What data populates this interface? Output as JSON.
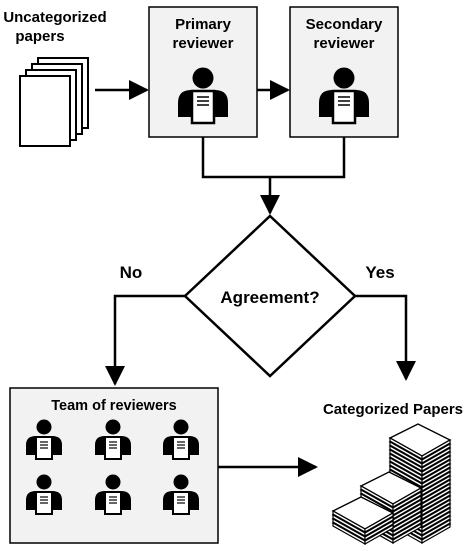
{
  "diagram": {
    "title": "",
    "nodes": {
      "uncategorized": {
        "label_line1": "Uncategorized",
        "label_line2": "papers"
      },
      "primary": {
        "label_line1": "Primary",
        "label_line2": "reviewer"
      },
      "secondary": {
        "label_line1": "Secondary",
        "label_line2": "reviewer"
      },
      "decision": {
        "label": "Agreement?"
      },
      "team": {
        "label": "Team of reviewers",
        "member_count": 6
      },
      "categorized": {
        "label": "Categorized Papers"
      }
    },
    "edges": {
      "no_label": "No",
      "yes_label": "Yes"
    },
    "icons": {
      "reviewer": "person-reading-document-icon",
      "paper_stack": "paper-stack-icon",
      "sorted_stacks": "sorted-paper-stacks-icon"
    },
    "colors": {
      "ink": "#000000",
      "box_fill": "#f2f2f2",
      "background": "#ffffff"
    }
  }
}
